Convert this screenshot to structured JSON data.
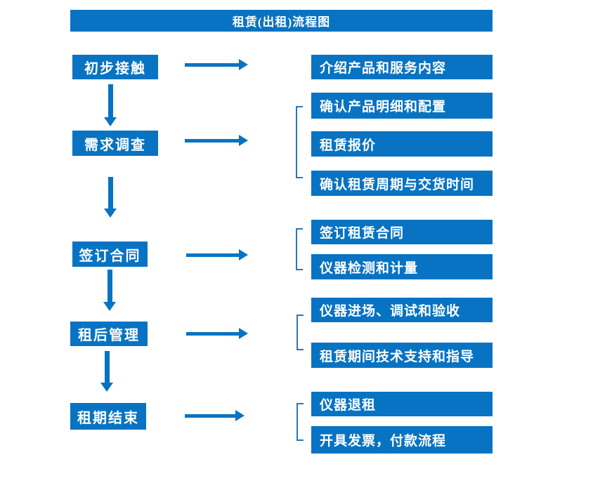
{
  "title": "租赁(出租)流程图",
  "colors": {
    "primary_blue": "#0873c2",
    "bracket_blue": "#2e75b6",
    "text_white": "#ffffff",
    "background": "#ffffff"
  },
  "flow": [
    {
      "stage": "初步接触",
      "details": [
        "介绍产品和服务内容"
      ]
    },
    {
      "stage": "需求调查",
      "details": [
        "确认产品明细和配置",
        "租赁报价",
        "确认租赁周期与交货时间"
      ]
    },
    {
      "stage": "签订合同",
      "details": [
        "签订租赁合同",
        "仪器检测和计量"
      ]
    },
    {
      "stage": "租后管理",
      "details": [
        "仪器进场、调试和验收",
        "租赁期间技术支持和指导"
      ]
    },
    {
      "stage": "租期结束",
      "details": [
        "仪器退租",
        "开具发票，付款流程"
      ]
    }
  ]
}
